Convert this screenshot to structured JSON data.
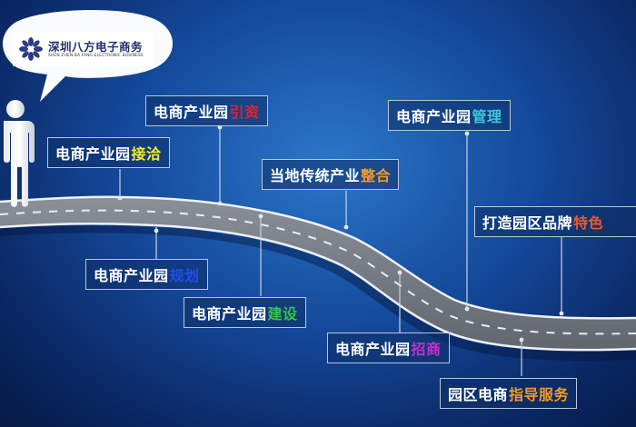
{
  "logo": {
    "name_cn": "深圳八方电子商务",
    "name_en": "SHEN ZHEN BA FANG ELECTRONIC BUSINESS"
  },
  "colors": {
    "label_text": "#ffffff",
    "label_border": "#b8c6d8",
    "road": "#7a7e87",
    "road_dash": "#e9edf2",
    "leader_line": "#c9d3de"
  },
  "labels": [
    {
      "id": "jieqia",
      "text": "电商产业园",
      "highlight": "接洽",
      "highlight_color": "#f5ec2a"
    },
    {
      "id": "yinzi",
      "text": "电商产业园",
      "highlight": "引资",
      "highlight_color": "#e7202c"
    },
    {
      "id": "guihua",
      "text": "电商产业园",
      "highlight": "规划",
      "highlight_color": "#1f4fe6"
    },
    {
      "id": "zhenghe",
      "text": "当地传统产业",
      "highlight": "整合",
      "highlight_color": "#f39a2b"
    },
    {
      "id": "jianshe",
      "text": "电商产业园",
      "highlight": "建设",
      "highlight_color": "#39c24a"
    },
    {
      "id": "guanli",
      "text": "电商产业园",
      "highlight": "管理",
      "highlight_color": "#3fc7d7"
    },
    {
      "id": "zhaoshang",
      "text": "电商产业园",
      "highlight": "招商",
      "highlight_color": "#c72fd1"
    },
    {
      "id": "tese",
      "text": "打造园区品牌",
      "highlight": "特色",
      "highlight_color": "#f0592a"
    },
    {
      "id": "fuwu",
      "text": "园区电商",
      "highlight": "指导服务",
      "highlight_color": "#f39a2b"
    }
  ]
}
